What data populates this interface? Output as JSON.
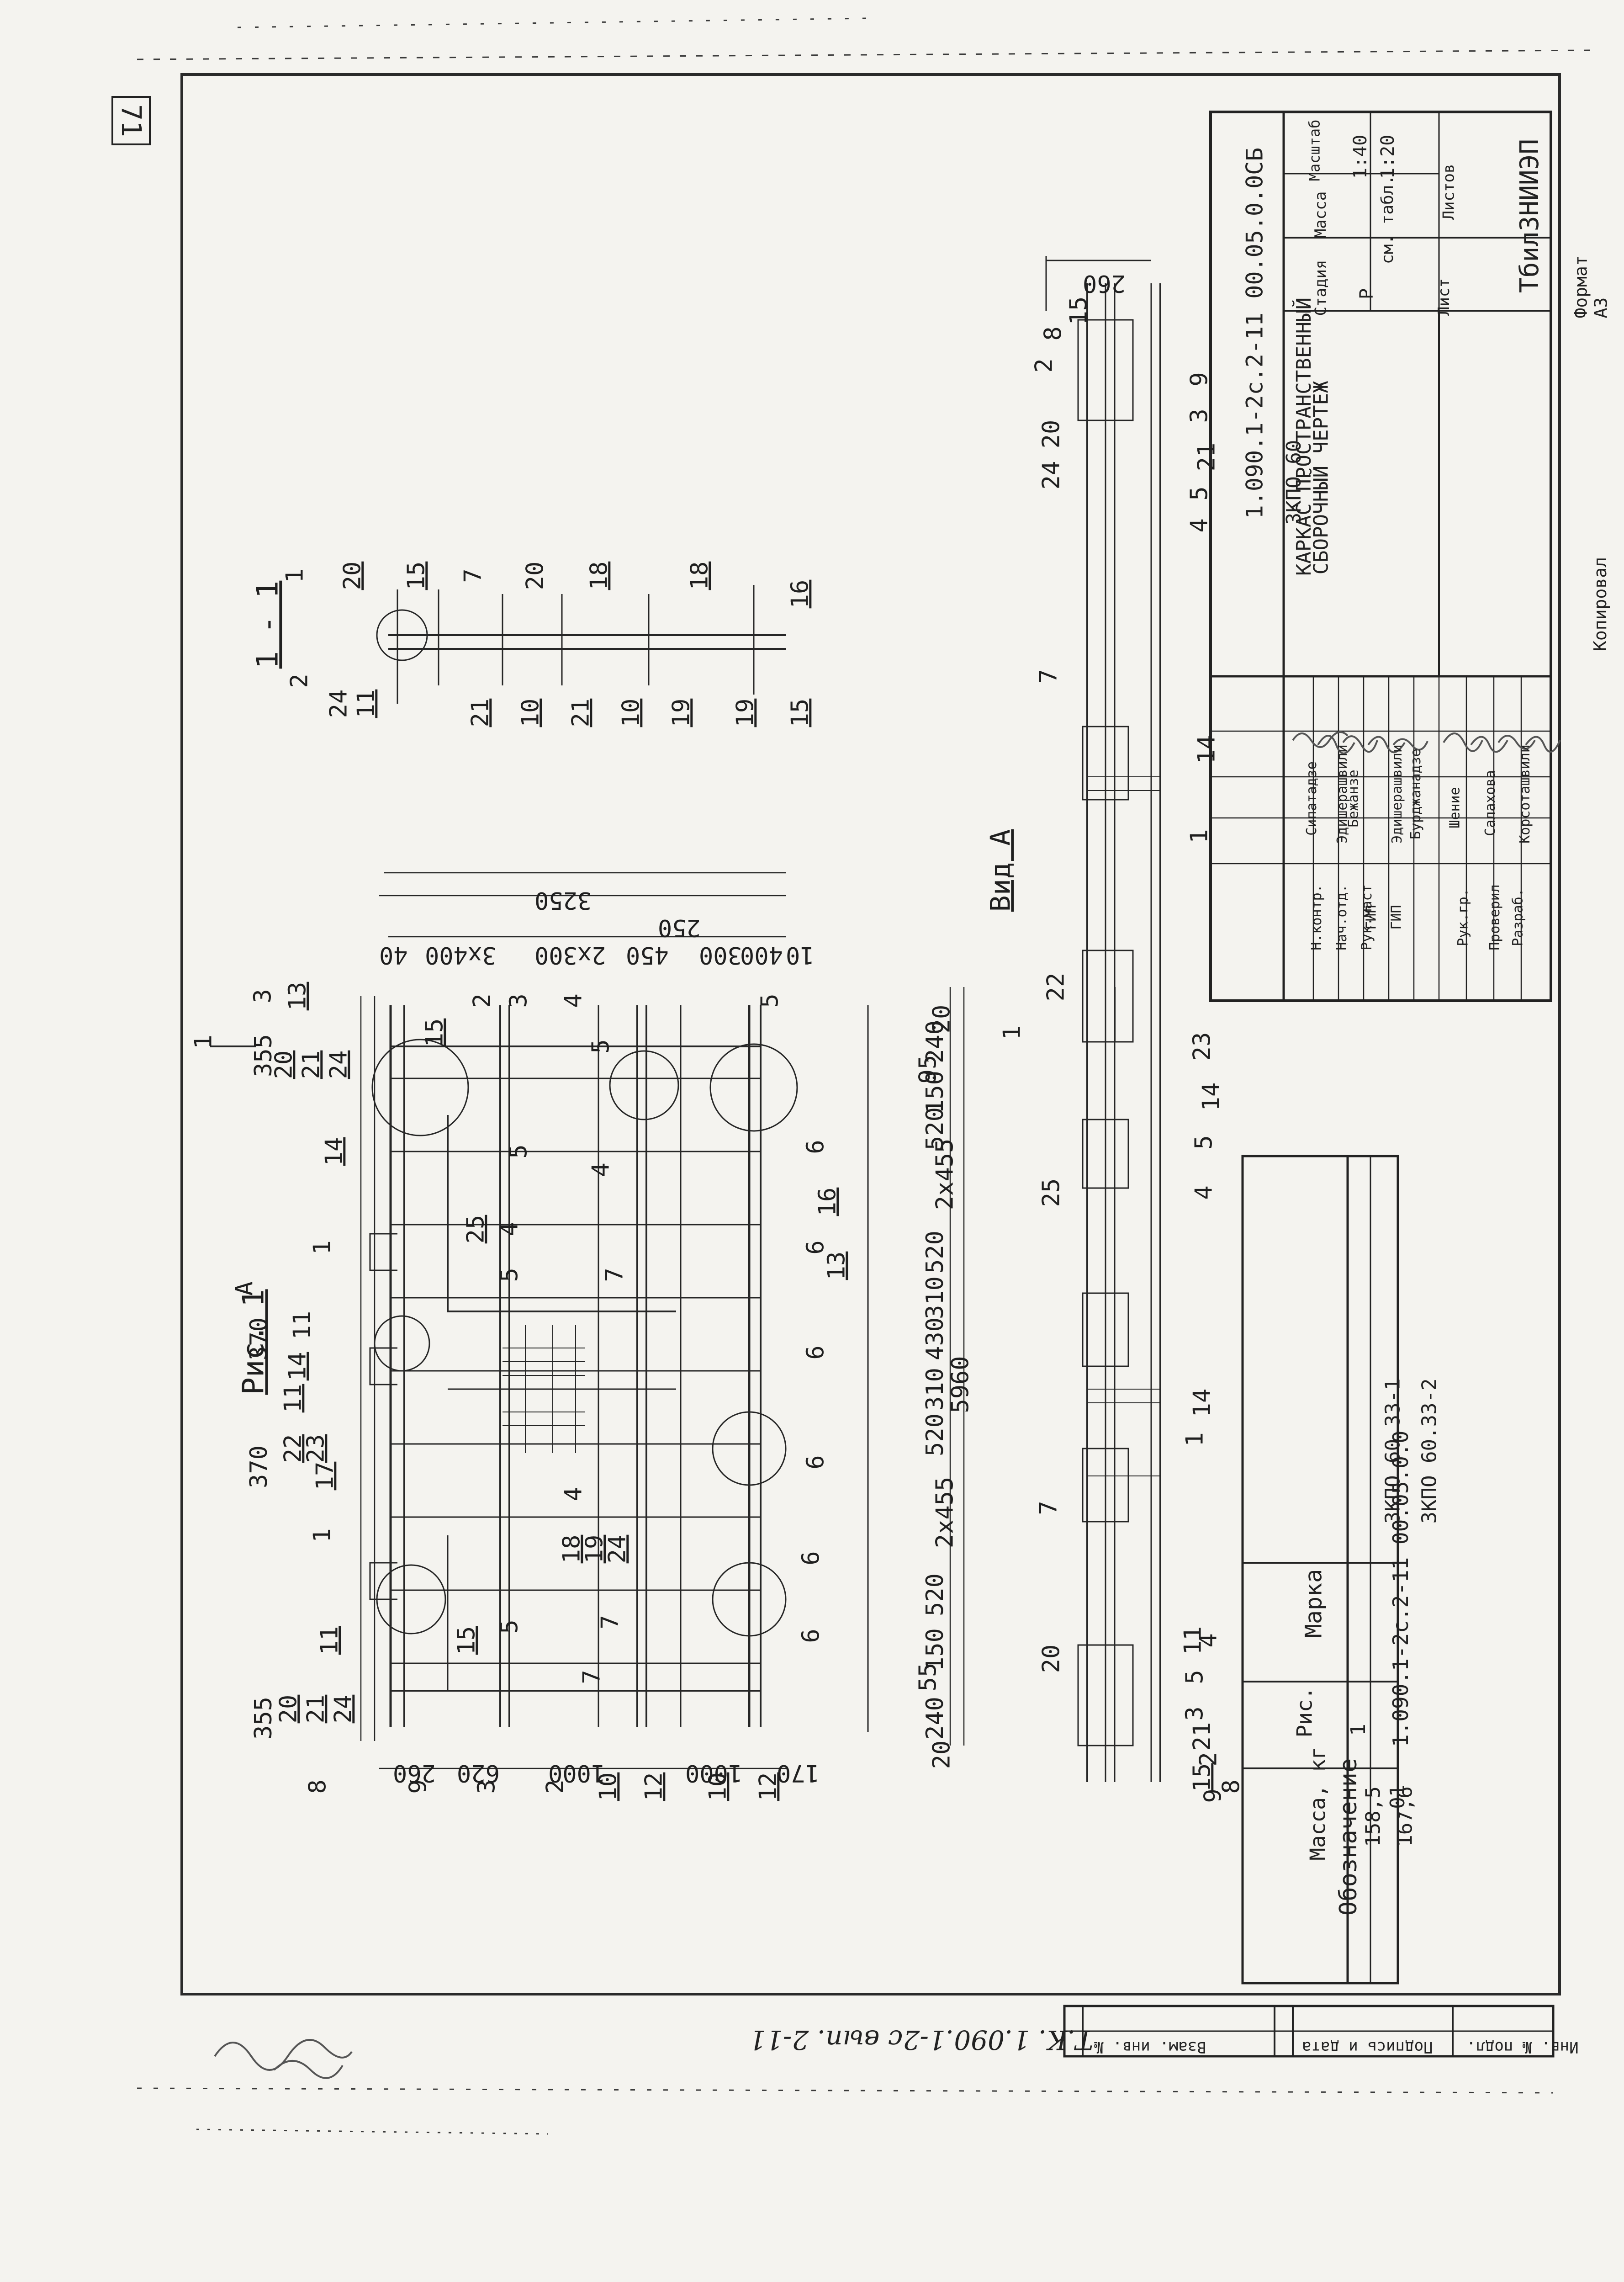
{
  "sheet": {
    "page_number": "71",
    "bottom_note": "Т.К. 1.090.1-2с   вып. 2-11",
    "copied_label": "Копировал",
    "format_label": "Формат А3",
    "margin_stamp_labels": [
      "Инв. № подл.",
      "Подпись и дата",
      "Взам. инв. №"
    ]
  },
  "views": {
    "main_title": "Рис. 1",
    "section_title": "1 - 1",
    "view_a_title": "Вид А",
    "cut_mark": "1",
    "view_arrow_label": "А"
  },
  "dimensions": {
    "overall_length": "5960",
    "overall_height": "3250",
    "left_offset": "355",
    "right_offset": "355",
    "top_spans": [
      "370",
      "370"
    ],
    "left_chain": [
      "260",
      "620",
      "1000",
      "1000",
      "170"
    ],
    "bottom_chain": [
      "20",
      "240",
      "55",
      "150",
      "520",
      "2x455",
      "520",
      "310",
      "430",
      "310",
      "520",
      "2x455",
      "520",
      "150",
      "95",
      "240",
      "20"
    ],
    "right_chain": [
      "40",
      "3x400",
      "2x300",
      "450",
      "250",
      "300",
      "400",
      "10"
    ],
    "view_a_end": "260"
  },
  "callouts": {
    "main": [
      "8",
      "9",
      "3",
      "2",
      "10",
      "12",
      "10",
      "12",
      "20",
      "21",
      "24",
      "11",
      "15",
      "5",
      "7",
      "1",
      "17",
      "22",
      "23",
      "11",
      "14",
      "18",
      "19",
      "24",
      "4",
      "7",
      "11",
      "25",
      "14",
      "1",
      "5",
      "4",
      "7",
      "13",
      "16",
      "6",
      "6",
      "6",
      "6",
      "6",
      "6",
      "2",
      "3",
      "4",
      "5",
      "15",
      "20",
      "21",
      "24",
      "3",
      "13",
      "4",
      "5",
      "5"
    ],
    "section": [
      "2",
      "24",
      "11",
      "21",
      "10",
      "21",
      "10",
      "19",
      "19",
      "15",
      "16",
      "18",
      "18",
      "20",
      "7",
      "15",
      "20",
      "1"
    ],
    "view_a": [
      "2",
      "3",
      "5",
      "4",
      "20",
      "8",
      "9",
      "15",
      "21",
      "11",
      "1",
      "14",
      "7",
      "25",
      "4",
      "5",
      "14",
      "23",
      "22",
      "1",
      "14",
      "7",
      "24",
      "20",
      "2",
      "8",
      "15",
      "4",
      "5",
      "21",
      "3",
      "9",
      "260"
    ]
  },
  "spec_table": {
    "headers": [
      "Обозначение",
      "Марка",
      "Рис.",
      "Масса, кг"
    ],
    "rows": [
      [
        "1.090.1-2с.2-11 00.05.0.0",
        "ЗКПО 60.33-1",
        "1",
        "158,5"
      ],
      [
        "-01",
        "ЗКПО 60.33-2",
        "",
        "167,6"
      ]
    ]
  },
  "title_block": {
    "document_code": "1.090.1-2с.2-11 00.05.0.0СБ",
    "product_title": [
      "КАРКАС ПРОСТРАНСТВЕННЫЙ",
      "ЗКПО 60",
      "СБОРОЧНЫЙ ЧЕРТЕЖ"
    ],
    "stage_label": "Стадия",
    "stage_value": "Р",
    "mass_label": "Масса",
    "mass_value": "см. табл.",
    "scale_label": "Масштаб",
    "scale_values": [
      "1:40",
      "1:20"
    ],
    "sheet_label": "Лист",
    "sheets_label": "Листов",
    "organization": "ТбилЗНИИЭП",
    "roles": [
      {
        "role": "Н.контр.",
        "name": "Сипатадзе"
      },
      {
        "role": "Нач.отд.",
        "name": "Эдишерашвили"
      },
      {
        "role": "Рук.маст",
        "name": "Бежанзе"
      },
      {
        "role": "ГИП",
        "name": "Эдишерашвили"
      },
      {
        "role": "ГИП",
        "name": "Бурджанадзе"
      },
      {
        "role": "",
        "name": ""
      },
      {
        "role": "Рук.гр.",
        "name": "Шение"
      },
      {
        "role": "Проверил",
        "name": "Салахова"
      },
      {
        "role": "Разраб.",
        "name": "Корсоташвили"
      }
    ]
  },
  "colors": {
    "paper": "#f4f3ef",
    "ink": "#222222",
    "stamp": "#2a2a2a"
  }
}
